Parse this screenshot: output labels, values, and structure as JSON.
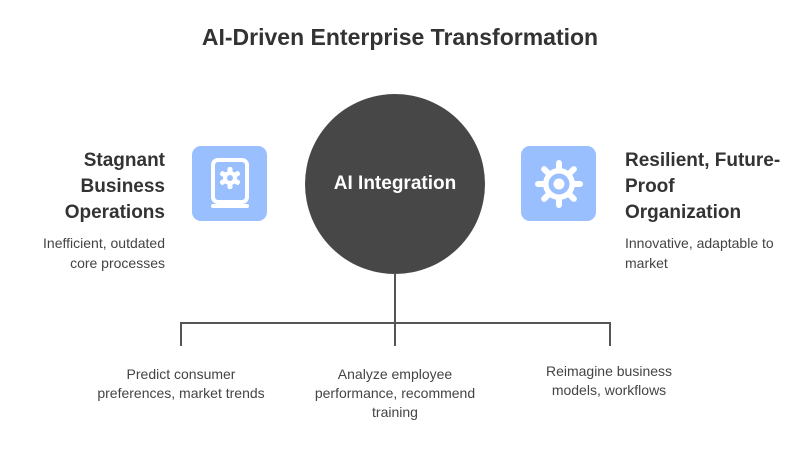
{
  "title": "AI-Driven Enterprise Transformation",
  "center": {
    "label": "AI Integration"
  },
  "left": {
    "heading": "Stagnant Business Operations",
    "description": "Inefficient, outdated core processes",
    "icon": "book-gear-icon"
  },
  "right": {
    "heading": "Resilient, Future-Proof Organization",
    "description": "Innovative, adaptable to market",
    "icon": "gear-icon"
  },
  "branches": [
    {
      "text": "Predict consumer preferences, market trends"
    },
    {
      "text": "Analyze employee performance, recommend training"
    },
    {
      "text": "Reimagine business models, workflows"
    }
  ],
  "colors": {
    "circle": "#474747",
    "icon_bg": "#99bfff"
  }
}
